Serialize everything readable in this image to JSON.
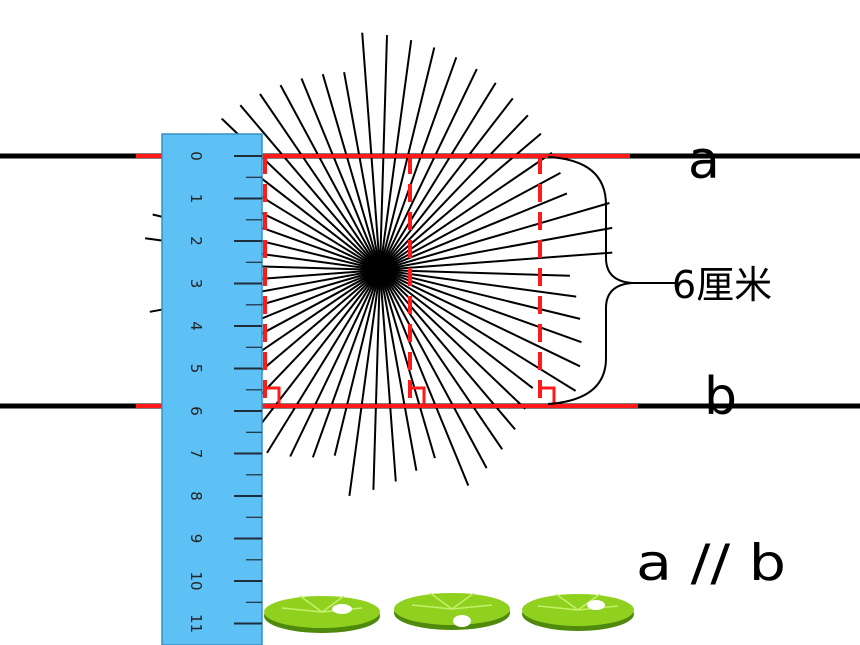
{
  "line_a_label": "a",
  "line_b_label": "b",
  "distance_label": "6厘米",
  "parallel_statement": "a // b",
  "ruler_ticks": [
    "0",
    "1",
    "2",
    "3",
    "4",
    "5",
    "6",
    "7",
    "8",
    "9",
    "10",
    "11"
  ],
  "colors": {
    "lines": "#000000",
    "highlight": "#ff1a1a",
    "ruler": "#5ec1f5",
    "lily_pad": "#8fd11e"
  }
}
